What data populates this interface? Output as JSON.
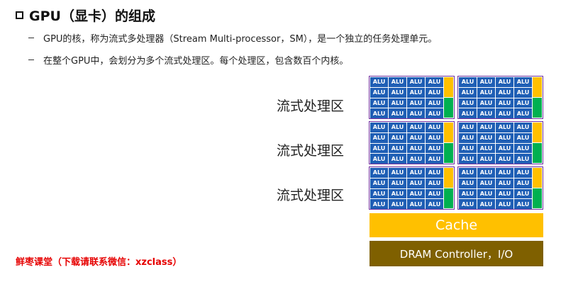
{
  "title": {
    "text": "GPU（显卡）的组成",
    "icon": "hollow-square-bullet-icon"
  },
  "bullets": [
    "GPU的核，称为流式多处理器（Stream Multi-processor，SM），是一个独立的任务处理单元。",
    "在整个GPU中，会划分为多个流式处理区。每个处理区，包含数百个内核。"
  ],
  "diagram": {
    "region_labels": [
      "流式处理区",
      "流式处理区",
      "流式处理区"
    ],
    "alu_label": "ALU",
    "alu_rows_per_block": 4,
    "alu_cols_per_block": 4,
    "blocks_per_region": 2,
    "region_count": 3,
    "cache_label": "Cache",
    "dram_label": "DRAM Controller，I/O",
    "colors": {
      "alu": "#1f5fb5",
      "block_border": "#7030a0",
      "control_unit": "#ffc000",
      "local_cache": "#00b050",
      "cache": "#ffc000",
      "dram": "#7f6000"
    }
  },
  "watermark": "鲜枣课堂（下载请联系微信：xzclass）"
}
